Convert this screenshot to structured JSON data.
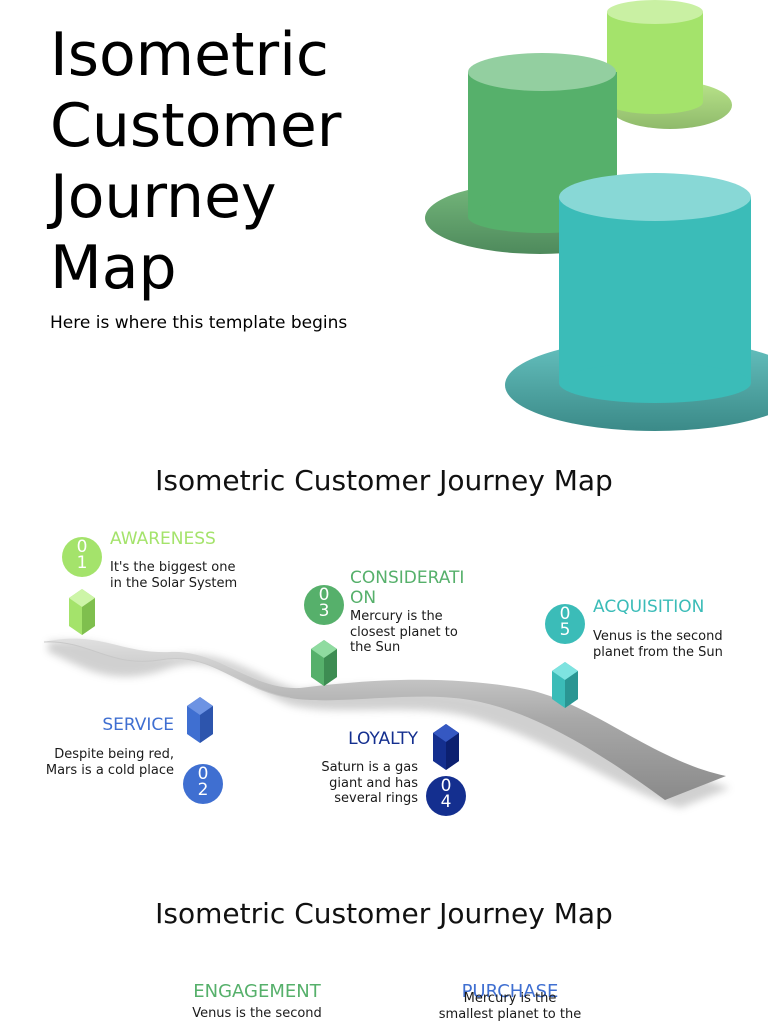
{
  "slide1": {
    "title_lines": [
      "Isometric",
      "Customer",
      "Journey",
      "Map"
    ],
    "subtitle": "Here is where this template begins"
  },
  "slide2": {
    "title": "Isometric Customer Journey Map",
    "stages": [
      {
        "num_a": "0",
        "num_b": "1",
        "label": "AWARENESS",
        "desc_lines": [
          "It's the biggest one",
          "in the Solar System"
        ],
        "color": "#a4e36b"
      },
      {
        "num_a": "0",
        "num_b": "2",
        "label": "SERVICE",
        "desc_lines": [
          "Despite being red,",
          "Mars is a cold place"
        ],
        "color": "#3f6fd1"
      },
      {
        "num_a": "0",
        "num_b": "3",
        "label_lines": [
          "CONSIDERATI",
          "ON"
        ],
        "desc_lines": [
          "Mercury is the",
          "closest planet to",
          "the Sun"
        ],
        "color": "#56b06b"
      },
      {
        "num_a": "0",
        "num_b": "4",
        "label": "LOYALTY",
        "desc_lines": [
          "Saturn is a gas",
          "giant and has",
          "several rings"
        ],
        "color": "#142f8f"
      },
      {
        "num_a": "0",
        "num_b": "5",
        "label": "ACQUISITION",
        "desc_lines": [
          "Venus is the second",
          "planet from the Sun"
        ],
        "color": "#3bbcb8"
      }
    ]
  },
  "slide3": {
    "title": "Isometric Customer Journey Map",
    "engagement": {
      "label": "ENGAGEMENT",
      "desc": "Venus is the second",
      "color": "#56b06b"
    },
    "purchase": {
      "label": "PURCHASE",
      "desc_lines": [
        "Mercury is the",
        "smallest planet to the"
      ],
      "color": "#3f6fd1"
    }
  },
  "colors": {
    "lime": "#a4e36b",
    "green": "#56b06b",
    "teal": "#3bbcb8",
    "blue": "#3f6fd1",
    "navy": "#142f8f"
  }
}
